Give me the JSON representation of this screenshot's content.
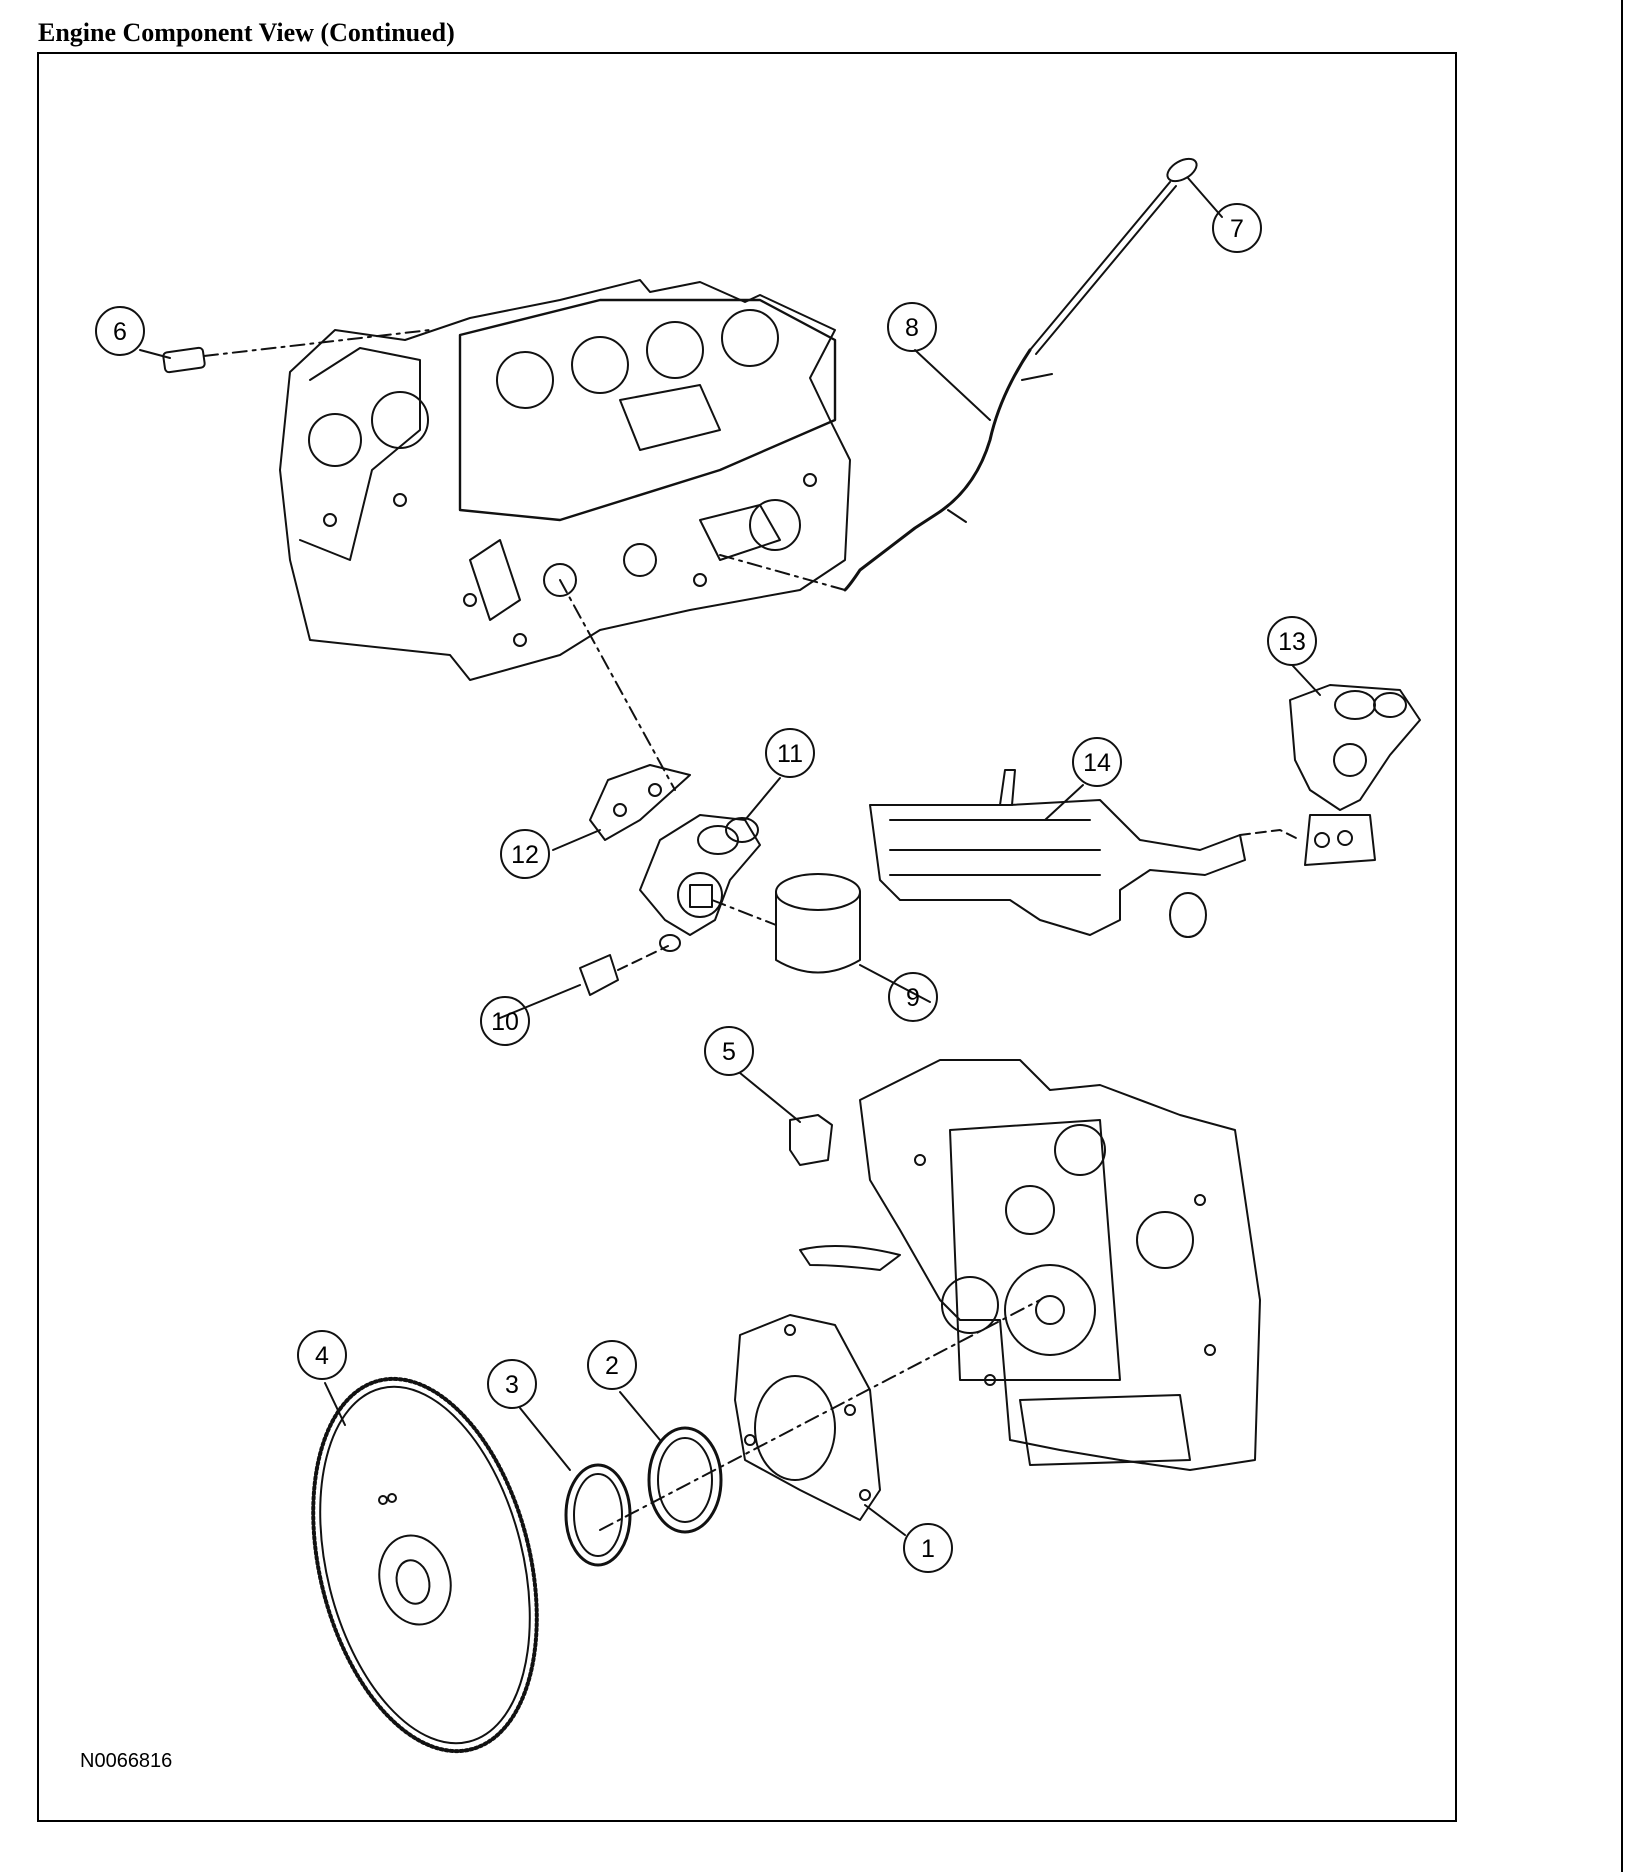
{
  "page": {
    "title": "Engine Component View (Continued)",
    "figure_id": "N0066816"
  },
  "callouts": [
    {
      "label": "1"
    },
    {
      "label": "2"
    },
    {
      "label": "3"
    },
    {
      "label": "4"
    },
    {
      "label": "5"
    },
    {
      "label": "6"
    },
    {
      "label": "7"
    },
    {
      "label": "8"
    },
    {
      "label": "9"
    },
    {
      "label": "10"
    },
    {
      "label": "11"
    },
    {
      "label": "12"
    },
    {
      "label": "13"
    },
    {
      "label": "14"
    }
  ]
}
